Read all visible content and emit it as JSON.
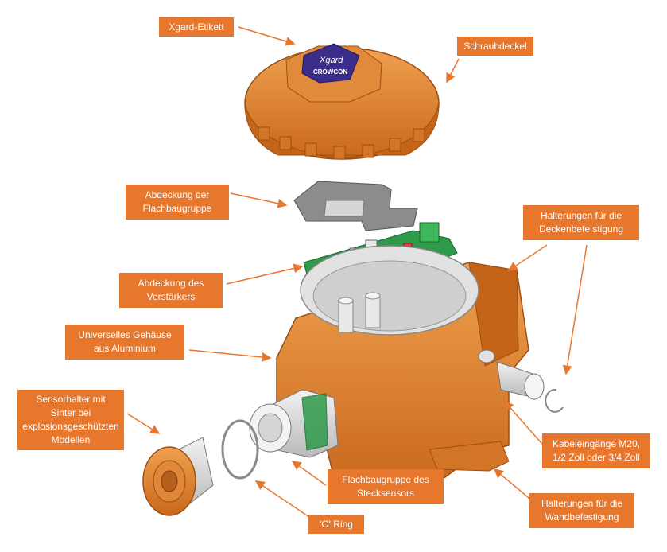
{
  "colors": {
    "label_bg": "#e8772e",
    "label_text": "#ffffff",
    "housing": "#d9822b",
    "arrow": "#e8772e",
    "pcb": "#2e9a4a"
  },
  "label_icon": "logo-xgard-crowcon",
  "logo": {
    "line1": "Xgard",
    "line2": "CROWCON"
  },
  "labels": {
    "xgard_etikett": "Xgard-Etikett",
    "schraubdeckel": "Schraubdeckel",
    "abdeckung_flach": "Abdeckung der Flachbaugruppe",
    "halterungen_decke": "Halterungen für die Deckenbefe stigung",
    "abdeckung_verstaerker": "Abdeckung des Verstärkers",
    "gehaeuse": "Universelles Gehäuse aus Aluminium",
    "sensorhalter": "Sensorhalter mit Sinter bei explosionsgeschützten Modellen",
    "kabeleingaenge": "Kabeleingänge M20, 1/2 Zoll oder 3/4 Zoll",
    "stecksensor": "Flachbaugruppe des Stecksensors",
    "halterungen_wand": "Halterungen für die Wandbefestigung",
    "o_ring": "'O' Ring"
  }
}
